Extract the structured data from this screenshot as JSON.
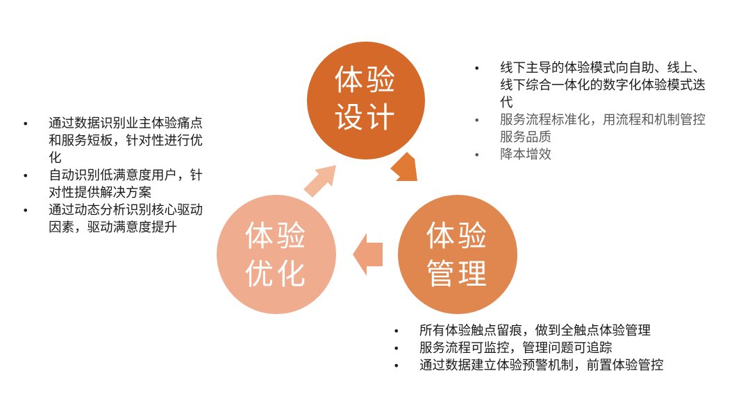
{
  "circles": {
    "design": {
      "line1": "体验",
      "line2": "设计",
      "color": "#D5692A"
    },
    "manage": {
      "line1": "体验",
      "line2": "管理",
      "color": "#E0864F"
    },
    "optimize": {
      "line1": "体验",
      "line2": "优化",
      "color": "#F0AC8E"
    }
  },
  "arrow_colors": {
    "design_to_manage": "#E07A35",
    "manage_to_optimize": "#EDA07A",
    "optimize_to_design": "#F3B99B"
  },
  "bullets": {
    "optimize": [
      "通过数据识别业主体验痛点和服务短板，针对性进行优化",
      "自动识别低满意度用户，针对性提供解决方案",
      "通过动态分析识别核心驱动因素，驱动满意度提升"
    ],
    "design": [
      "线下主导的体验模式向自助、线上、线下综合一体化的数字化体验模式迭代",
      "服务流程标准化，用流程和机制管控服务品质",
      "降本增效"
    ],
    "manage": [
      "所有体验触点留痕，做到全触点体验管理",
      "服务流程可监控，管理问题可追踪",
      "通过数据建立体验预警机制，前置体验管控"
    ]
  }
}
